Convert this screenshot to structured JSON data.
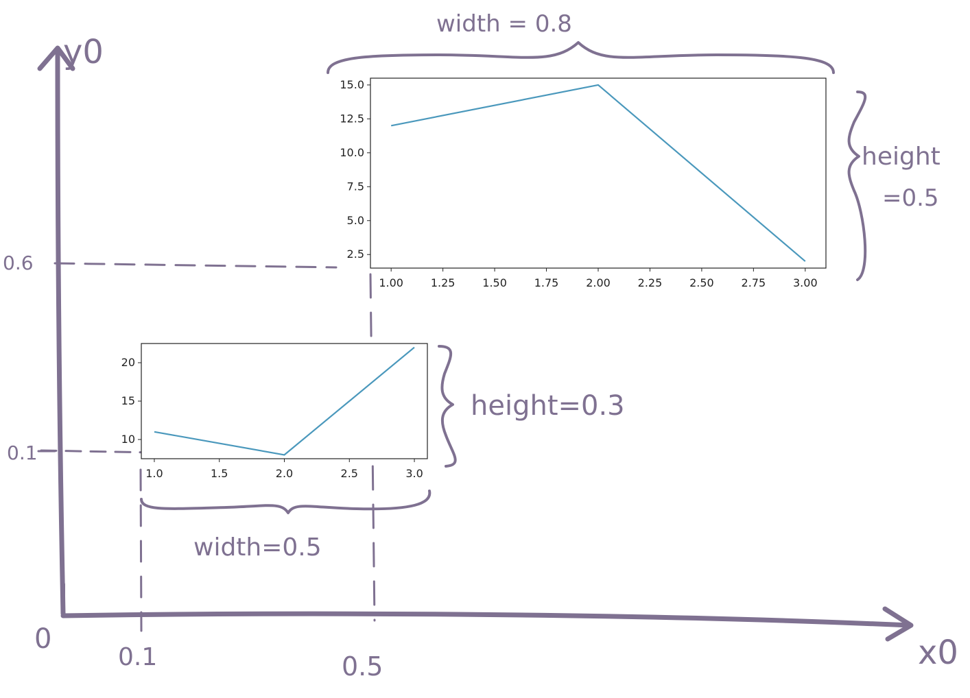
{
  "colors": {
    "ink": "#7f7191",
    "series": "#4a98bc",
    "axes": "#222222"
  },
  "annotations": {
    "y_axis": "y0",
    "x_axis": "x0",
    "origin": "0",
    "x_tick_01": "0.1",
    "x_tick_05": "0.5",
    "y_tick_06": "0.6",
    "y_tick_01": "0.1",
    "big_width": "width = 0.8",
    "big_height_1": "height",
    "big_height_2": "=0.5",
    "small_height": "height=0.3",
    "small_width": "width=0.5"
  },
  "chart_data": [
    {
      "type": "line",
      "x": [
        1.0,
        2.0,
        3.0
      ],
      "series": [
        {
          "values": [
            12,
            15,
            2
          ]
        }
      ],
      "xlim": [
        0.9,
        3.1
      ],
      "ylim": [
        1.5,
        15.5
      ],
      "xticks": [
        "1.00",
        "1.25",
        "1.50",
        "1.75",
        "2.00",
        "2.25",
        "2.50",
        "2.75",
        "3.00"
      ],
      "yticks": [
        "2.5",
        "5.0",
        "7.5",
        "10.0",
        "12.5",
        "15.0"
      ]
    },
    {
      "type": "line",
      "x": [
        1.0,
        2.0,
        3.0
      ],
      "series": [
        {
          "values": [
            11,
            8,
            22
          ]
        }
      ],
      "xlim": [
        0.9,
        3.1
      ],
      "ylim": [
        7.5,
        22.5
      ],
      "xticks": [
        "1.0",
        "1.5",
        "2.0",
        "2.5",
        "3.0"
      ],
      "yticks": [
        "10",
        "15",
        "20"
      ]
    }
  ]
}
